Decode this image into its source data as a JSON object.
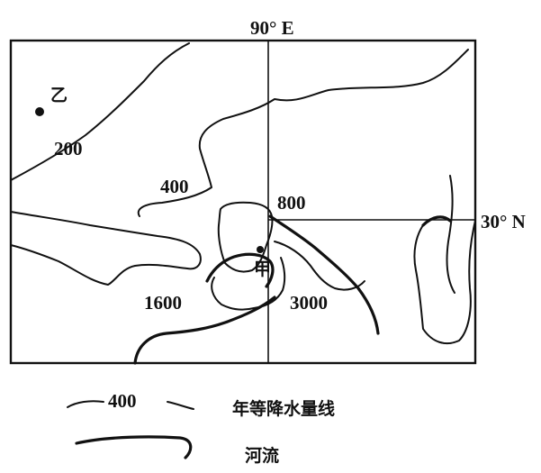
{
  "longitude_label": "90° E",
  "latitude_label": "30° N",
  "points": [
    {
      "id": "yi",
      "label": "乙"
    },
    {
      "id": "jia",
      "label": "甲"
    }
  ],
  "isolines": [
    "200",
    "400",
    "800",
    "1600",
    "3000"
  ],
  "legend": {
    "isohyet_sample": "400",
    "isohyet_text": "年等降水量线",
    "river_text": "河流"
  },
  "colors": {
    "ink": "#111111",
    "background": "#ffffff"
  }
}
